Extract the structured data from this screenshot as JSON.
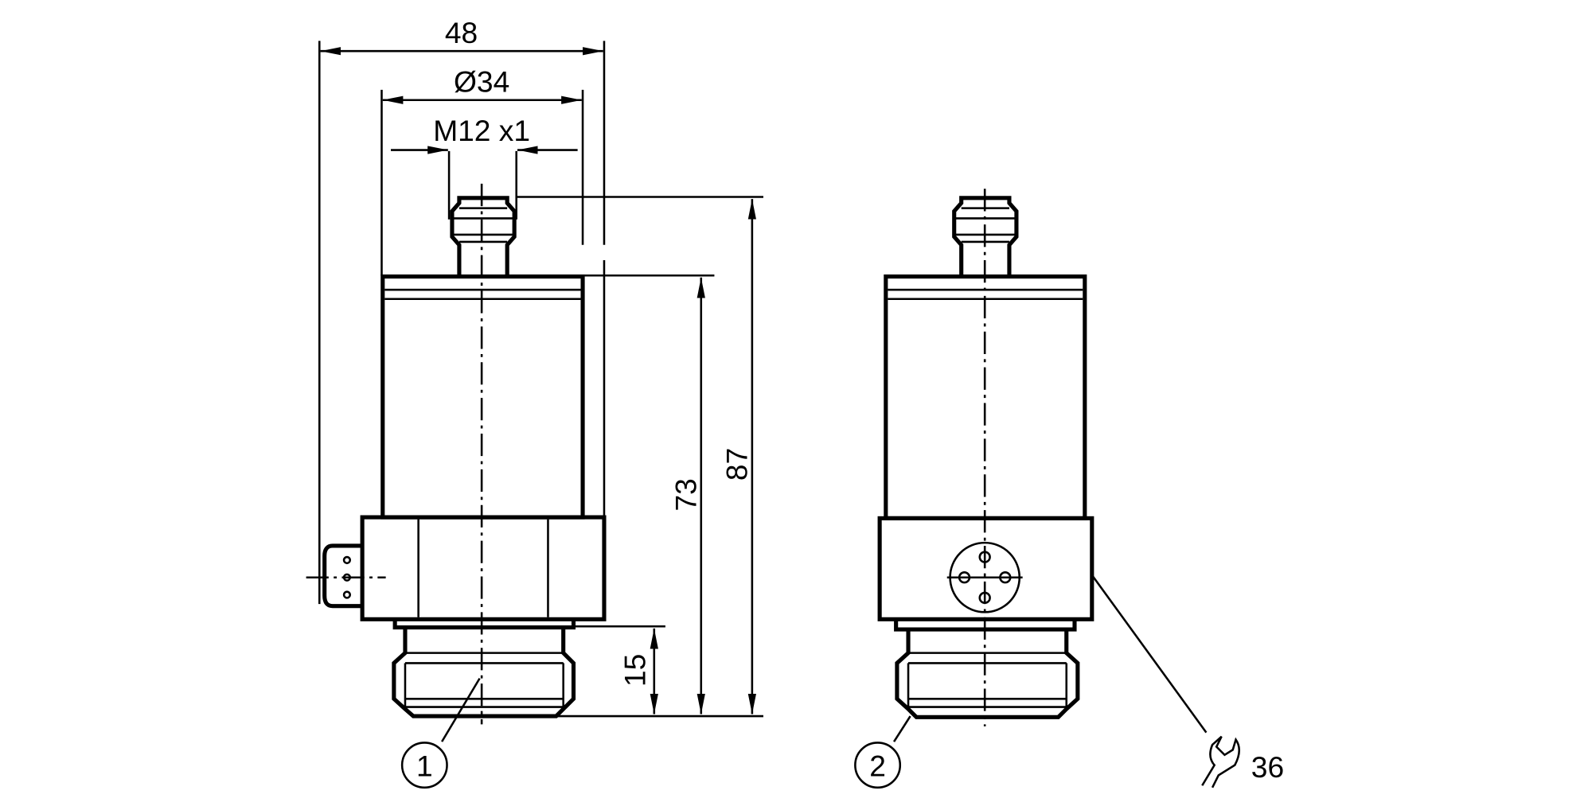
{
  "drawing": {
    "dimensions": {
      "overall_width": "48",
      "diameter": "Ø34",
      "thread_connector": "M12 x1",
      "body_height": "73",
      "overall_height": "87",
      "thread_length": "15",
      "wrench_size": "36"
    },
    "callouts": [
      "1",
      "2"
    ],
    "colors": {
      "line": "#000000",
      "background": "#ffffff"
    }
  }
}
